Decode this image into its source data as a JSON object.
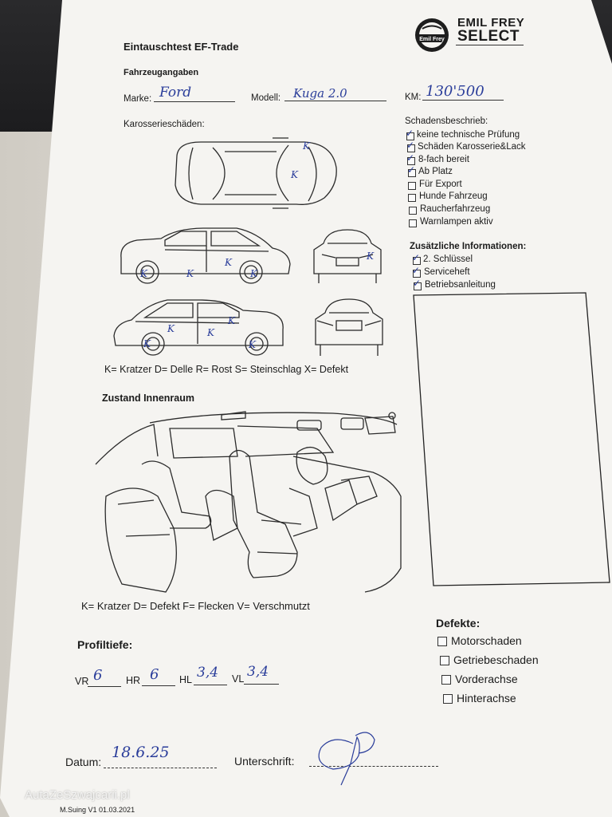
{
  "form": {
    "title": "Eintauschtest EF-Trade",
    "brand_line1": "EMIL FREY",
    "brand_line2": "SELECT",
    "logo_text": "Emil Frey"
  },
  "vehicle": {
    "section": "Fahrzeugangaben",
    "make_label": "Marke:",
    "make_value": "Ford",
    "model_label": "Modell:",
    "model_value": "Kuga 2.0",
    "km_label": "KM:",
    "km_value": "130'500"
  },
  "body_damage": {
    "section": "Karosserieschäden:",
    "legend": "K= Kratzer D= Delle R= Rost S= Steinschlag X= Defekt",
    "marks": [
      "K",
      "K",
      "K",
      "K",
      "K",
      "K",
      "K",
      "K",
      "K",
      "K",
      "K",
      "K"
    ]
  },
  "damage_report": {
    "section": "Schadensbeschrieb:",
    "items": [
      {
        "label": "keine technische Prüfung",
        "checked": true
      },
      {
        "label": "Schäden Karosserie&Lack",
        "checked": true
      },
      {
        "label": "8-fach bereit",
        "checked": true
      },
      {
        "label": "Ab Platz",
        "checked": true
      },
      {
        "label": "Für Export",
        "checked": false
      },
      {
        "label": "Hunde Fahrzeug",
        "checked": false
      },
      {
        "label": "Raucherfahrzeug",
        "checked": false
      },
      {
        "label": "Warnlampen aktiv",
        "checked": false
      }
    ],
    "check_mark": "✓"
  },
  "additional_info": {
    "section": "Zusätzliche Informationen:",
    "items": [
      {
        "label": "2. Schlüssel",
        "checked": true
      },
      {
        "label": "Serviceheft",
        "checked": true
      },
      {
        "label": "Betriebsanleitung",
        "checked": true
      }
    ]
  },
  "interior": {
    "section": "Zustand Innenraum",
    "legend": "K= Kratzer D= Defekt F= Flecken V= Verschmutzt"
  },
  "tires": {
    "section": "Profiltiefe:",
    "items": [
      {
        "label": "VR",
        "value": "6"
      },
      {
        "label": "HR",
        "value": "6"
      },
      {
        "label": "HL",
        "value": "3,4"
      },
      {
        "label": "VL",
        "value": "3,4"
      }
    ]
  },
  "defects": {
    "section": "Defekte:",
    "items": [
      "Motorschaden",
      "Getriebeschaden",
      "Vorderachse",
      "Hinterachse"
    ]
  },
  "footer": {
    "date_label": "Datum:",
    "date_value": "18.6.25",
    "signature_label": "Unterschrift:",
    "version": "M.Suing V1 01.03.2021",
    "watermark": "AutaZeSzwajcarii.pl"
  }
}
